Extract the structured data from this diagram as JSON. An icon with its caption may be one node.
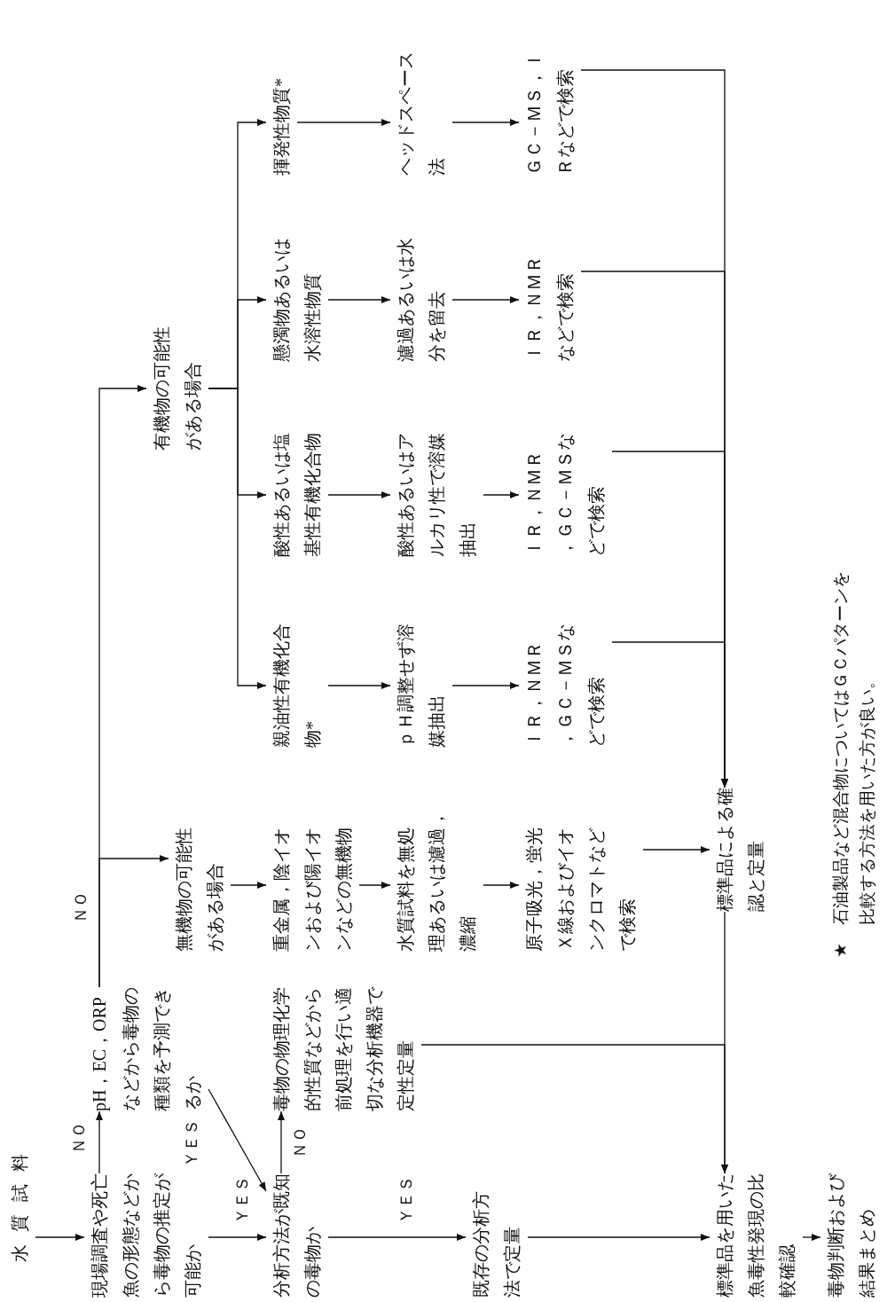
{
  "diagram": {
    "nodes": [
      {
        "text": [
          "水質試料"
        ]
      },
      {
        "text": [
          "現場調査や死亡魚の形態などから毒物の推定が可能か"
        ]
      },
      {
        "text": [
          "pH，EC，ORPなどから毒物の種類を予測できるか"
        ]
      },
      {
        "text": [
          "分析方法が既知の毒物か"
        ]
      },
      {
        "text": [
          "毒物の物理化学的性質などから前処理を行い適切な分析機器で定性定量"
        ]
      },
      {
        "text": [
          "既存の分析方法で定量"
        ]
      },
      {
        "text": [
          "標準品を用いた魚毒性発現の比較確認"
        ]
      },
      {
        "text": [
          "毒物判断および結果まとめ"
        ]
      },
      {
        "text": [
          "無機物の可能性がある場合"
        ]
      },
      {
        "text": [
          "重金属，陰イオンおよび陽イオンなどの無機物"
        ]
      },
      {
        "text": [
          "水質試料を無処理あるいは濾過，濃縮"
        ]
      },
      {
        "text": [
          "原子吸光，蛍光Ｘ線およびイオンクロマトなどで検索"
        ]
      },
      {
        "text": [
          "標準品による確認と定量"
        ]
      },
      {
        "text": [
          "有機物の可能性がある場合"
        ]
      },
      {
        "text": [
          "親油性有機化合物*"
        ]
      },
      {
        "text": [
          "酸性あるいは塩基性有機化合物"
        ]
      },
      {
        "text": [
          "懸濁物あるいは水溶性物質"
        ]
      },
      {
        "text": [
          "揮発性物質*"
        ]
      },
      {
        "text": [
          "ｐＨ調整せず溶媒抽出"
        ]
      },
      {
        "text": [
          "酸性あるいはアルカリ性で溶媒抽出"
        ]
      },
      {
        "text": [
          "濾過あるいは水分を留去"
        ]
      },
      {
        "text": [
          "ヘッドスペース法"
        ]
      },
      {
        "text": [
          "ＩＲ，ＮＭＲ，ＧＣ－ＭＳなどで検索"
        ]
      },
      {
        "text": [
          "ＩＲ，ＮＭＲ，ＧＣ－ＭＳなどで検索"
        ]
      },
      {
        "text": [
          "ＩＲ，ＮＭＲなどで検索"
        ]
      },
      {
        "text": [
          "ＧＣ－ＭＳ，ＩＲなどで検索"
        ]
      }
    ],
    "edges": [
      {
        "from": 0,
        "to": 1,
        "arrow": "to"
      },
      {
        "from": 1,
        "to": 2,
        "arrow": "to",
        "label": "ＮＯ"
      },
      {
        "from": 1,
        "to": 3,
        "arrow": "to",
        "label": "ＹＥＳ"
      },
      {
        "from": 2,
        "to": 3,
        "arrow": "to",
        "label": "ＹＥＳ"
      },
      {
        "from": 2,
        "to": 8,
        "arrow": "to",
        "label": "ＮＯ"
      },
      {
        "from": 2,
        "to": 13,
        "arrow": "to"
      },
      {
        "from": 3,
        "to": 4,
        "arrow": "to",
        "label": "ＮＯ"
      },
      {
        "from": 3,
        "to": 5,
        "arrow": "to",
        "label": "ＹＥＳ"
      },
      {
        "from": 5,
        "to": 6,
        "arrow": "to"
      },
      {
        "from": 4,
        "to": 6,
        "arrow": "to"
      },
      {
        "from": 12,
        "to": 6,
        "arrow": "to"
      },
      {
        "from": 6,
        "to": 7,
        "arrow": "to"
      },
      {
        "from": 8,
        "to": 9,
        "arrow": "to"
      },
      {
        "from": 9,
        "to": 10,
        "arrow": "to"
      },
      {
        "from": 10,
        "to": 11,
        "arrow": "to"
      },
      {
        "from": 11,
        "to": 12,
        "arrow": "to"
      },
      {
        "from": 13,
        "to": 14,
        "arrow": "to"
      },
      {
        "from": 13,
        "to": 15,
        "arrow": "to"
      },
      {
        "from": 13,
        "to": 16,
        "arrow": "to"
      },
      {
        "from": 13,
        "to": 17,
        "arrow": "to"
      },
      {
        "from": 14,
        "to": 18,
        "arrow": "to"
      },
      {
        "from": 15,
        "to": 19,
        "arrow": "to"
      },
      {
        "from": 16,
        "to": 20,
        "arrow": "to"
      },
      {
        "from": 17,
        "to": 21,
        "arrow": "to"
      },
      {
        "from": 18,
        "to": 22,
        "arrow": "to"
      },
      {
        "from": 19,
        "to": 23,
        "arrow": "to"
      },
      {
        "from": 20,
        "to": 24,
        "arrow": "to"
      },
      {
        "from": 21,
        "to": 25,
        "arrow": "to"
      },
      {
        "from": 22,
        "to": 12,
        "arrow": "to"
      },
      {
        "from": 23,
        "to": 12,
        "arrow": "to"
      },
      {
        "from": 24,
        "to": 12,
        "arrow": "to"
      },
      {
        "from": 25,
        "to": 12,
        "arrow": "to"
      }
    ],
    "labels": [
      "★",
      "石油製品など混合物についてはＧＣパターンを比較する方法を用いた方が良い。"
    ]
  }
}
